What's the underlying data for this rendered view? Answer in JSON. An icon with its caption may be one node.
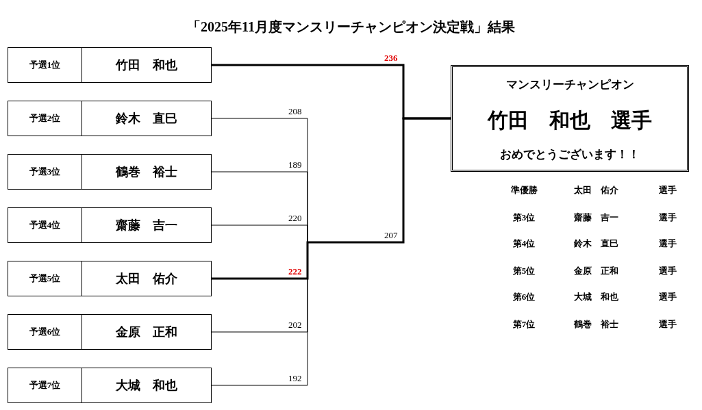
{
  "diagram": {
    "title": "「2025年11月度マンスリーチャンピオン決定戦」結果",
    "nodes": [
      {
        "text": [
          "予選1位",
          "竹田　和也"
        ]
      },
      {
        "text": [
          "予選2位",
          "鈴木　直巳"
        ]
      },
      {
        "text": [
          "予選3位",
          "鶴巻　裕士"
        ]
      },
      {
        "text": [
          "予選4位",
          "齋藤　吉一"
        ]
      },
      {
        "text": [
          "予選5位",
          "太田　佑介"
        ]
      },
      {
        "text": [
          "予選6位",
          "金原　正和"
        ]
      },
      {
        "text": [
          "予選7位",
          "大城　和也"
        ]
      },
      {
        "text": [
          "マンスリーチャンピオン",
          "竹田　和也　選手",
          "おめでとうございます！！"
        ]
      }
    ],
    "edges": [
      {
        "from": 0,
        "to": 7,
        "arrow": "none",
        "label": "236",
        "style": "thick"
      },
      {
        "from": 1,
        "to": 7,
        "arrow": "none",
        "label": "208"
      },
      {
        "from": 2,
        "to": 7,
        "arrow": "none",
        "label": "189"
      },
      {
        "from": 3,
        "to": 7,
        "arrow": "none",
        "label": "220"
      },
      {
        "from": 4,
        "to": 7,
        "arrow": "none",
        "label": "222",
        "style": "thick"
      },
      {
        "from": 5,
        "to": 7,
        "arrow": "none",
        "label": "202"
      },
      {
        "from": 6,
        "to": 7,
        "arrow": "none",
        "label": "192"
      }
    ],
    "labels": [
      "207",
      "準優勝",
      "太田　佑介",
      "選手",
      "第3位",
      "齋藤　吉一",
      "選手",
      "第4位",
      "鈴木　直巳",
      "選手",
      "第5位",
      "金原　正和",
      "選手",
      "第6位",
      "大城　和也",
      "選手",
      "第7位",
      "鶴巻　裕士",
      "選手"
    ]
  }
}
